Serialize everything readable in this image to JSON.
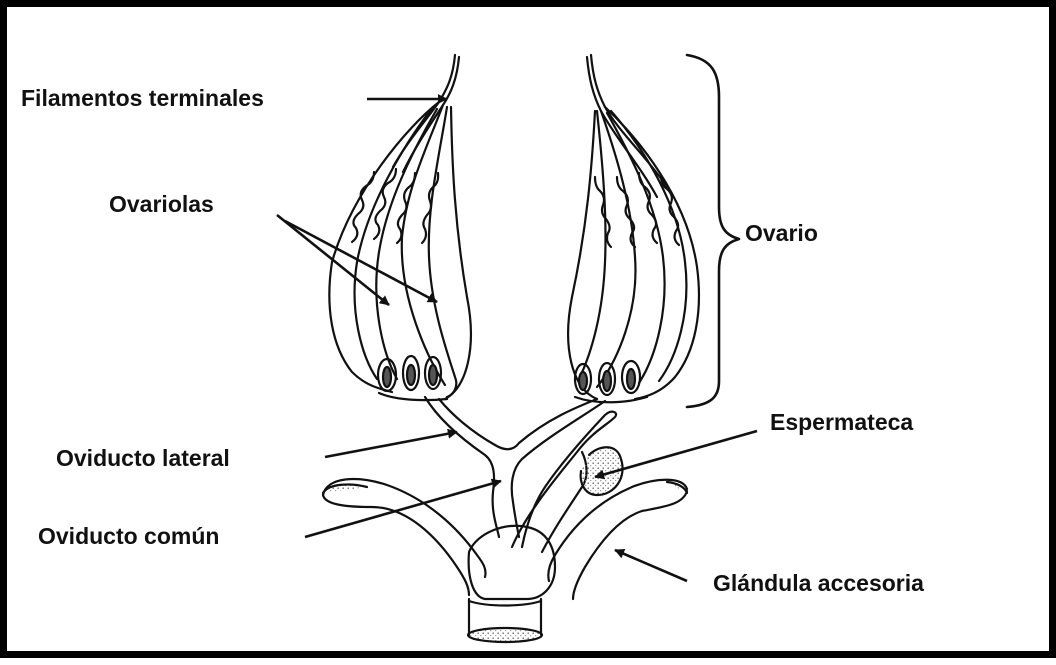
{
  "labels": {
    "terminal_filaments": "Filamentos terminales",
    "ovarioles": "Ovariolas",
    "ovary": "Ovario",
    "lateral_oviduct": "Oviducto lateral",
    "spermatheca": "Espermateca",
    "common_oviduct": "Oviducto común",
    "accessory_gland": "Glándula accesoria"
  },
  "colors": {
    "ink": "#111111",
    "frame": "#000000",
    "background": "#ffffff",
    "stipple": "#6a6a6a"
  }
}
